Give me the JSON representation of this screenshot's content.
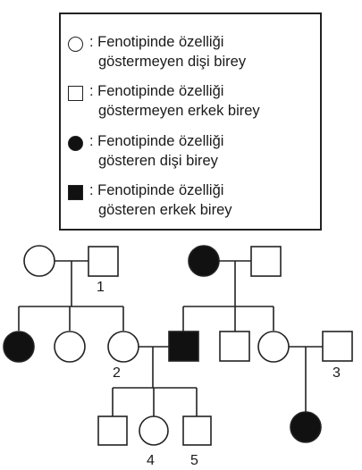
{
  "legend": {
    "items": [
      {
        "symbol": "circle-open",
        "text_line1": ": Fenotipinde özelliği",
        "text_line2": "göstermeyen dişi birey"
      },
      {
        "symbol": "square-open",
        "text_line1": ": Fenotipinde özelliği",
        "text_line2": "göstermeyen erkek birey"
      },
      {
        "symbol": "circle-filled",
        "text_line1": ": Fenotipinde özelliği",
        "text_line2": "gösteren dişi birey"
      },
      {
        "symbol": "square-filled",
        "text_line1": ": Fenotipinde özelliği",
        "text_line2": "gösteren erkek birey"
      }
    ]
  },
  "pedigree": {
    "labels": {
      "i1": "1",
      "i2": "2",
      "i3": "3",
      "i4": "4",
      "i5": "5"
    }
  },
  "colors": {
    "line": "#222222",
    "filled": "#111111",
    "open": "#ffffff"
  }
}
